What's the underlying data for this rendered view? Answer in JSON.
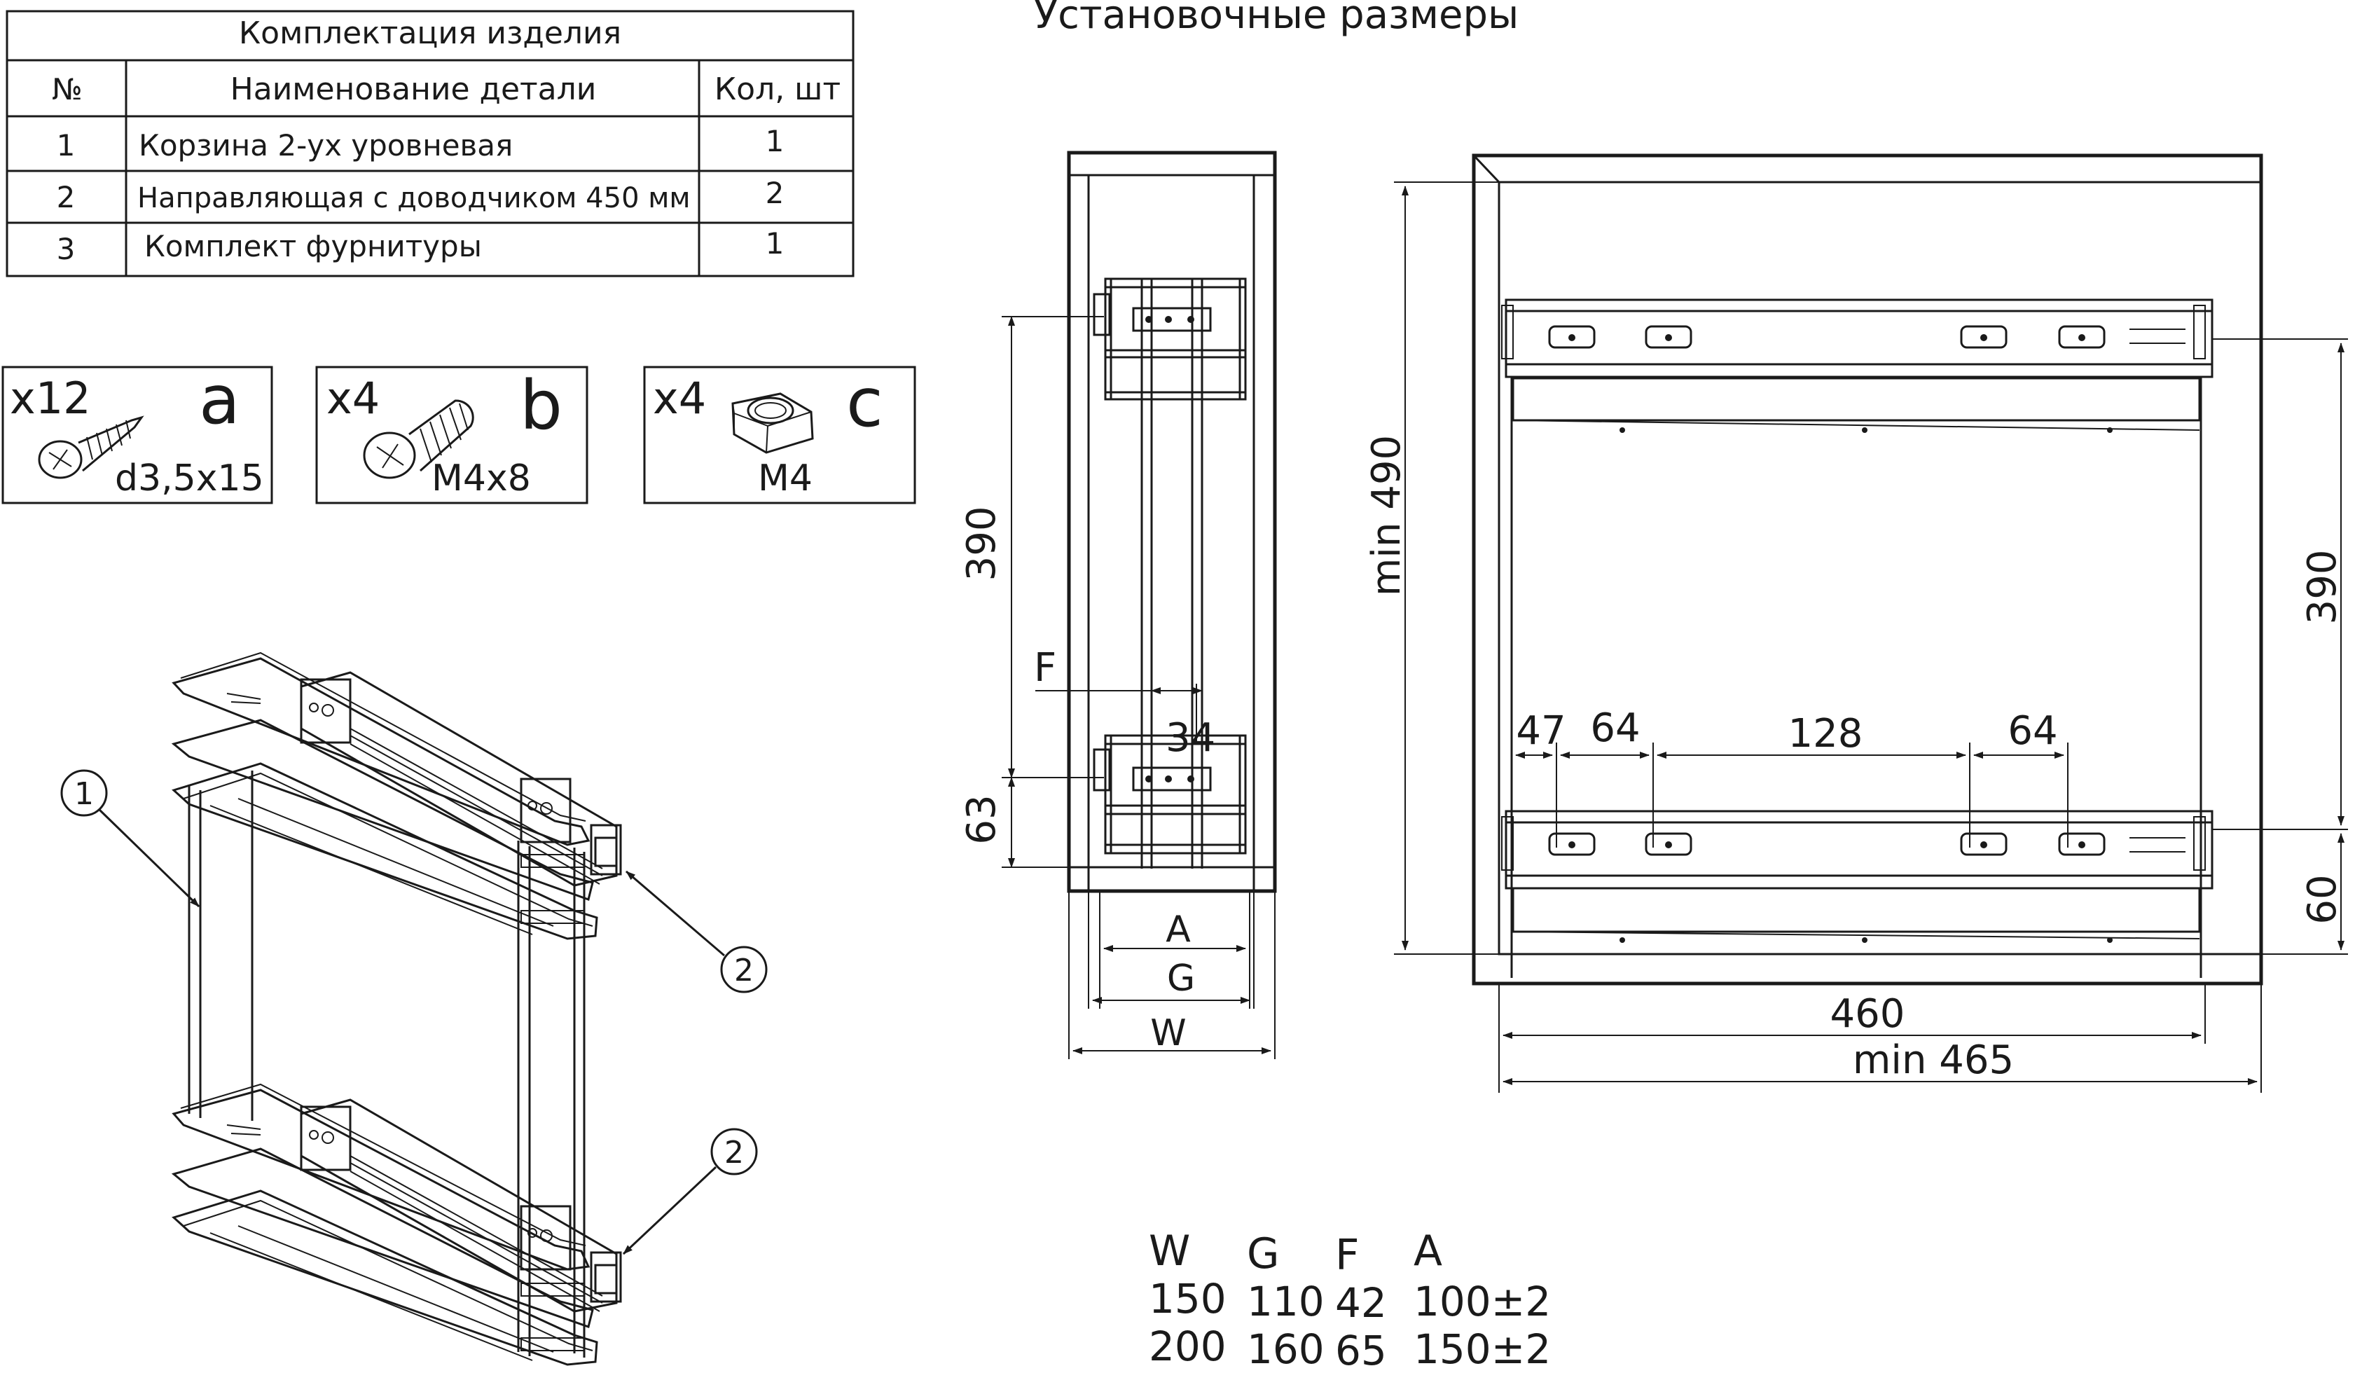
{
  "parts_table": {
    "title": "Комплектация изделия",
    "headers": [
      "№",
      "Наименование детали",
      "Кол, шт"
    ],
    "rows": [
      {
        "num": "1",
        "name": "Корзина 2-ух уровневая",
        "qty": "1"
      },
      {
        "num": "2",
        "name": "Направляющая с доводчиком 450 мм",
        "qty": "2"
      },
      {
        "num": "3",
        "name": "Комплект фурнитуры",
        "qty": "1"
      }
    ]
  },
  "hardware": [
    {
      "count": "x12",
      "letter": "a",
      "size": "d3,5x15",
      "icon": "screw-icon"
    },
    {
      "count": "x4",
      "letter": "b",
      "size": "M4x8",
      "icon": "bolt-icon"
    },
    {
      "count": "x4",
      "letter": "c",
      "size": "M4",
      "icon": "nut-icon"
    }
  ],
  "callouts": {
    "basket": "1",
    "runner_top": "2",
    "runner_bottom": "2"
  },
  "install_title": "Установочные размеры",
  "side_view": {
    "dim_390": "390",
    "dim_63": "63",
    "dim_F": "F",
    "dim_34": "34",
    "dim_A": "A",
    "dim_G": "G",
    "dim_W": "W"
  },
  "front_view": {
    "dim_min490": "min 490",
    "dim_390": "390",
    "dim_60": "60",
    "dim_47": "47",
    "dim_64a": "64",
    "dim_128": "128",
    "dim_64b": "64",
    "dim_460": "460",
    "dim_min465": "min 465"
  },
  "size_table": {
    "headers": [
      "W",
      "G",
      "F",
      "A"
    ],
    "rows": [
      [
        "150",
        "110",
        "42",
        "100±2"
      ],
      [
        "200",
        "160",
        "65",
        "150±2"
      ]
    ]
  }
}
